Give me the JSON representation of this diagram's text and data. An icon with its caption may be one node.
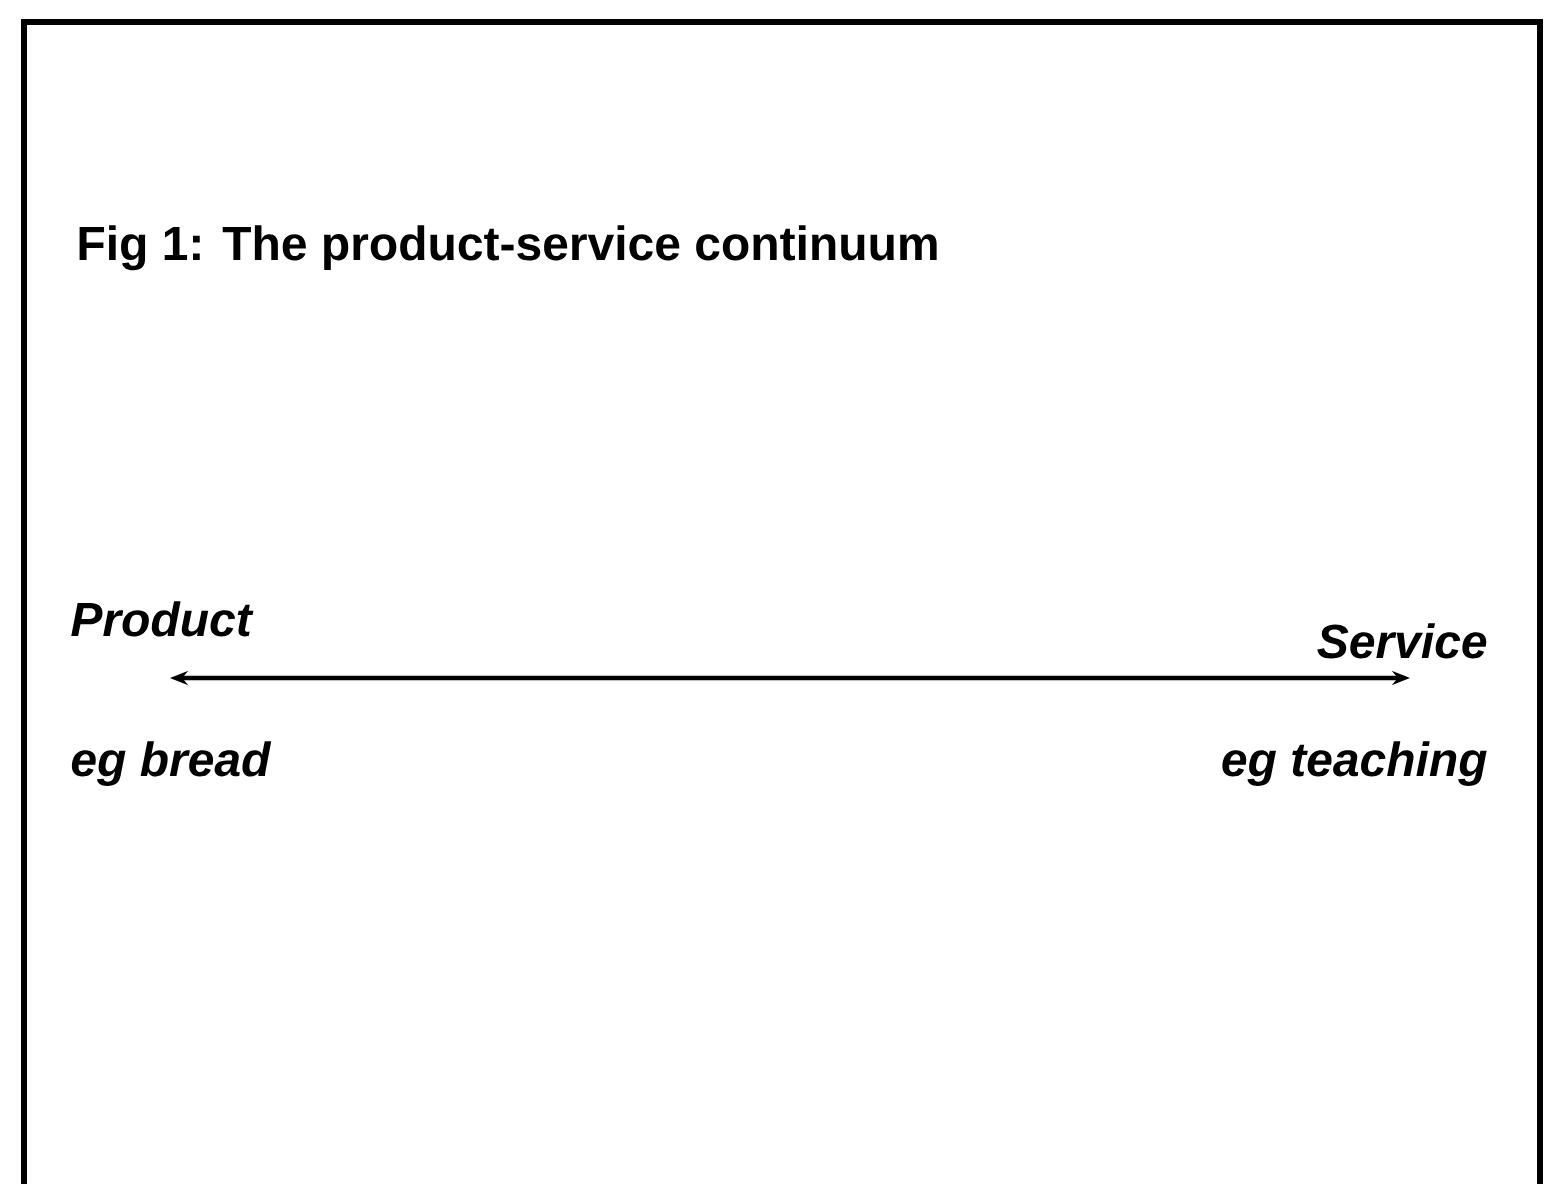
{
  "diagram": {
    "title": "Fig 1: The product-service continuum",
    "nodes": [
      {
        "text": [
          "Product"
        ],
        "beside": [
          "eg bread"
        ]
      },
      {
        "text": [
          "Service"
        ],
        "beside": [
          "eg teaching"
        ]
      }
    ],
    "edges": [
      {
        "from": 0,
        "to": 1,
        "arrow": "both"
      }
    ]
  }
}
